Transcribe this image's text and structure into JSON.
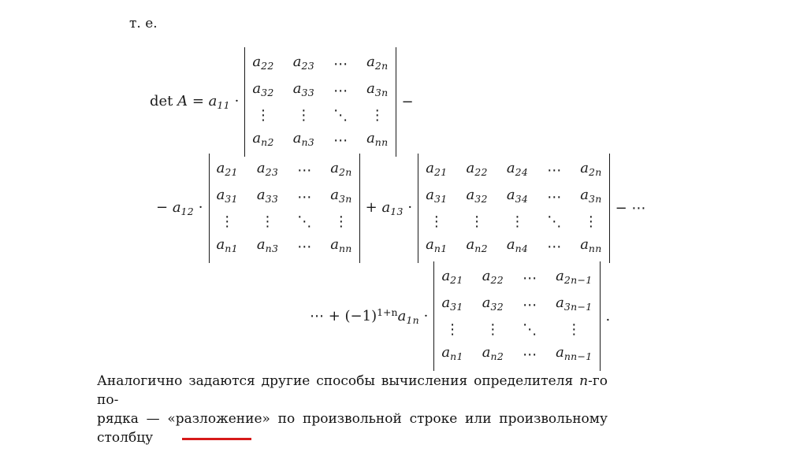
{
  "page": {
    "intro": "т. е.",
    "paragraph": {
      "line1": [
        {
          "k": "t",
          "v": "Аналогично задаются другие способы вычисления определителя "
        },
        {
          "k": "i",
          "v": "n"
        },
        {
          "k": "t",
          "v": "-го по-"
        }
      ],
      "line2": [
        {
          "k": "t",
          "v": "рядка — «разложение» по произвольной строке или произвольному"
        }
      ],
      "line3": [
        {
          "k": "t",
          "v": "столбцу"
        }
      ]
    },
    "red_line_color": "#d61a1a"
  },
  "equation": {
    "line1": {
      "prefix": [
        {
          "k": "t",
          "v": "det "
        },
        {
          "k": "i",
          "v": "A"
        },
        {
          "k": "t",
          "v": " = "
        },
        {
          "k": "i",
          "v": "a"
        },
        {
          "k": "sub",
          "v": "11"
        },
        {
          "k": "t",
          "v": " ·"
        }
      ],
      "matrix": {
        "cols": 4,
        "rows": [
          [
            "a_22",
            "a_23",
            "⋯",
            "a_2n"
          ],
          [
            "a_32",
            "a_33",
            "⋯",
            "a_3n"
          ],
          [
            "⋮",
            "⋮",
            "⋱",
            "⋮"
          ],
          [
            "a_n2",
            "a_n3",
            "⋯",
            "a_nn"
          ]
        ]
      },
      "suffix": [
        {
          "k": "t",
          "v": "−"
        }
      ]
    },
    "line2": {
      "term1": [
        {
          "k": "t",
          "v": "− "
        },
        {
          "k": "i",
          "v": "a"
        },
        {
          "k": "sub",
          "v": "12"
        },
        {
          "k": "t",
          "v": " ·"
        }
      ],
      "matrixA": {
        "cols": 4,
        "rows": [
          [
            "a_21",
            "a_23",
            "⋯",
            "a_2n"
          ],
          [
            "a_31",
            "a_33",
            "⋯",
            "a_3n"
          ],
          [
            "⋮",
            "⋮",
            "⋱",
            "⋮"
          ],
          [
            "a_n1",
            "a_n3",
            "⋯",
            "a_nn"
          ]
        ]
      },
      "term2": [
        {
          "k": "t",
          "v": "+ "
        },
        {
          "k": "i",
          "v": "a"
        },
        {
          "k": "sub",
          "v": "13"
        },
        {
          "k": "t",
          "v": " ·"
        }
      ],
      "matrixB": {
        "cols": 5,
        "rows": [
          [
            "a_21",
            "a_22",
            "a_24",
            "⋯",
            "a_2n"
          ],
          [
            "a_31",
            "a_32",
            "a_34",
            "⋯",
            "a_3n"
          ],
          [
            "⋮",
            "⋮",
            "⋮",
            "⋱",
            "⋮"
          ],
          [
            "a_n1",
            "a_n2",
            "a_n4",
            "⋯",
            "a_nn"
          ]
        ]
      },
      "term3": [
        {
          "k": "t",
          "v": "− ⋯"
        }
      ]
    },
    "line3": {
      "prefix": [
        {
          "k": "t",
          "v": "⋯ + (−1)"
        },
        {
          "k": "sup",
          "v": "1+n"
        },
        {
          "k": "i",
          "v": "a"
        },
        {
          "k": "sub",
          "v": "1n"
        },
        {
          "k": "t",
          "v": " ·"
        }
      ],
      "matrix": {
        "cols": 4,
        "rows": [
          [
            "a_21",
            "a_22",
            "⋯",
            "a_2n−1"
          ],
          [
            "a_31",
            "a_32",
            "⋯",
            "a_3n−1"
          ],
          [
            "⋮",
            "⋮",
            "⋱",
            "⋮"
          ],
          [
            "a_n1",
            "a_n2",
            "⋯",
            "a_nn−1"
          ]
        ]
      },
      "suffix": [
        {
          "k": "t",
          "v": "."
        }
      ]
    }
  }
}
